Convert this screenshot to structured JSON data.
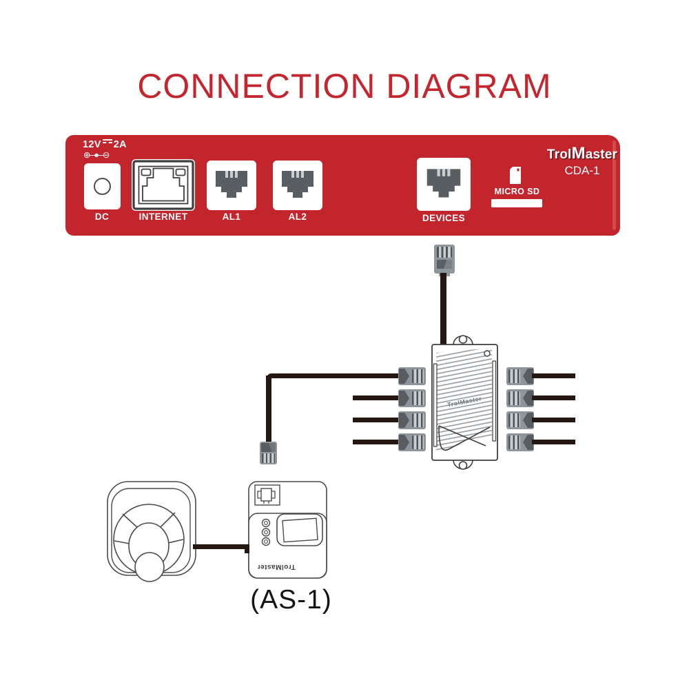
{
  "title": "CONNECTION DIAGRAM",
  "colors": {
    "accent_red": "#C3252D",
    "cable_black": "#251812",
    "port_gray": "#585E62"
  },
  "panel": {
    "power": {
      "volts": "12V",
      "amps": "2A",
      "polarity": "⊕–●–⊖"
    },
    "ports": {
      "dc": "DC",
      "internet": "INTERNET",
      "al1": "AL1",
      "al2": "AL2",
      "devices": "DEVICES",
      "microsd": "MICRO SD"
    },
    "brand": {
      "part1": "Trol",
      "part2": "M",
      "part3": "aster",
      "model": "CDA-1"
    }
  },
  "splitter": {
    "label": "TrolMaster"
  },
  "as1": {
    "caption": "(AS-1)",
    "brand": "TrolMaster"
  }
}
